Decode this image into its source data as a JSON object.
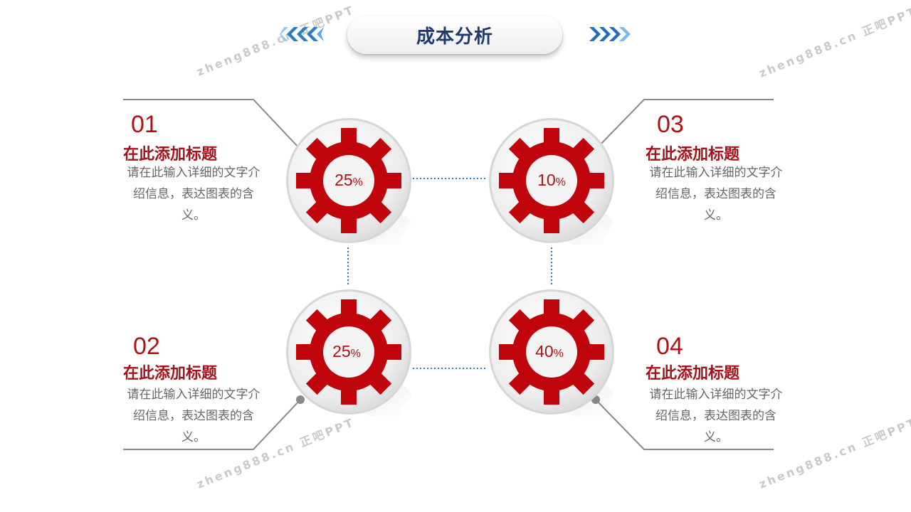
{
  "title": "成本分析",
  "watermark": "zheng888.cn 正吧PPT",
  "colors": {
    "accent_red": "#c0040c",
    "title_blue": "#1f3a6b",
    "chevron_blue": "#2a7cc7"
  },
  "items": [
    {
      "number": "01",
      "title": "在此添加标题",
      "desc": "请在此输入详细的文字介绍信息，表达图表的含义。",
      "value": "25",
      "unit": "%"
    },
    {
      "number": "02",
      "title": "在此添加标题",
      "desc": "请在此输入详细的文字介绍信息，表达图表的含义。",
      "value": "25",
      "unit": "%"
    },
    {
      "number": "03",
      "title": "在此添加标题",
      "desc": "请在此输入详细的文字介绍信息，表达图表的含义。",
      "value": "10",
      "unit": "%"
    },
    {
      "number": "04",
      "title": "在此添加标题",
      "desc": "请在此输入详细的文字介绍信息，表达图表的含义。",
      "value": "40",
      "unit": "%"
    }
  ]
}
